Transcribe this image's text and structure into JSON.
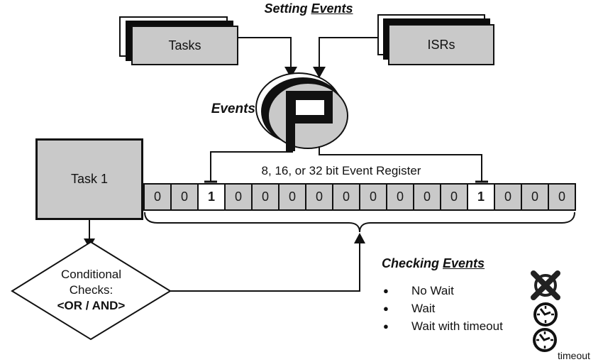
{
  "title": {
    "prefix": "Setting",
    "underlined": "Events"
  },
  "sources": {
    "tasks_label": "Tasks",
    "isrs_label": "ISRs"
  },
  "events": {
    "label": "Events"
  },
  "task1": {
    "label": "Task 1"
  },
  "register": {
    "caption": "8, 16, or 32 bit Event Register",
    "bits": [
      "0",
      "0",
      "1",
      "0",
      "0",
      "0",
      "0",
      "0",
      "0",
      "0",
      "0",
      "0",
      "1",
      "0",
      "0",
      "0"
    ]
  },
  "diamond": {
    "line1": "Conditional",
    "line2": "Checks:",
    "line3": "<OR / AND>"
  },
  "checking": {
    "heading_prefix": "Checking",
    "heading_underlined": "Events",
    "items": [
      "No Wait",
      "Wait",
      "Wait with timeout"
    ],
    "timeout_label": "timeout"
  },
  "colors": {
    "box_fill": "#c9c9c9",
    "line": "#111111",
    "bit_set_fill": "#ffffff"
  }
}
